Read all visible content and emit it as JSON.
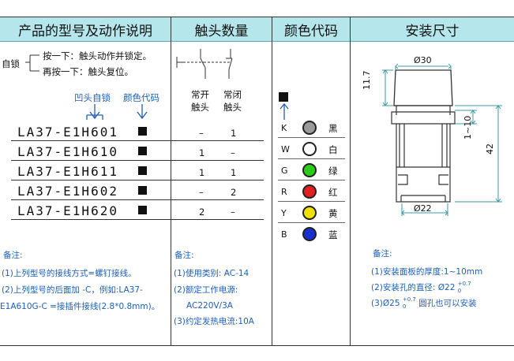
{
  "headers": [
    "产品的型号及动作说明",
    "触头数量",
    "颜色代码",
    "安装尺寸"
  ],
  "self_lock": {
    "label": "自锁",
    "press1": "按一下：触头动作并锁定。",
    "press2": "再按一下：触头复位。",
    "annot_lock": "凹头自锁",
    "annot_color": "颜色代码"
  },
  "contacts": {
    "no_label_1": "常开",
    "no_label_2": "触头",
    "nc_label_1": "常闭",
    "nc_label_2": "触头"
  },
  "models": [
    {
      "name": "LA37-E1H601",
      "no": "–",
      "nc": "1"
    },
    {
      "name": "LA37-E1H610",
      "no": "1",
      "nc": "–"
    },
    {
      "name": "LA37-E1H611",
      "no": "1",
      "nc": "1"
    },
    {
      "name": "LA37-E1H602",
      "no": "–",
      "nc": "2"
    },
    {
      "name": "LA37-E1H620",
      "no": "2",
      "nc": "–"
    }
  ],
  "colors": [
    {
      "letter": "K",
      "name": "黑",
      "hex": "#9a9a9a"
    },
    {
      "letter": "W",
      "name": "白",
      "hex": "#ffffff"
    },
    {
      "letter": "G",
      "name": "绿",
      "hex": "#2ecc1a"
    },
    {
      "letter": "R",
      "name": "红",
      "hex": "#e02020"
    },
    {
      "letter": "Y",
      "name": "黄",
      "hex": "#f0e000"
    },
    {
      "letter": "B",
      "name": "蓝",
      "hex": "#1a2fd0"
    }
  ],
  "dims": {
    "d30": "Ø30",
    "d22": "Ø22",
    "h117": "11.7",
    "h110": "1~10",
    "h42": "42"
  },
  "notes1": {
    "title": "备注:",
    "l1": "(1)上列型号的接线方式=螺钉接线。",
    "l2": "(2)上列型号的后面加 -C，例如:LA37-",
    "l3": "E1A610G-C =接插件接线(2.8*0.8mm)。"
  },
  "notes2": {
    "title": "备注:",
    "l1": "(1)使用类别: AC-14",
    "l2": "(2)额定工作电源:",
    "l3": "AC220V/3A",
    "l4": "(3)约定发热电流:10A"
  },
  "notes3": {
    "title": "备注:",
    "l1": "(1)安装面板的厚度:1~10mm",
    "l2a": "(2)安装孔的直径: Ø22",
    "l2sup": "+0.7",
    "l2sub": "0",
    "l3a": "(3)Ø25",
    "l3sup": "+0.7",
    "l3sub": "0",
    "l3b": "圆孔也可以安装"
  }
}
